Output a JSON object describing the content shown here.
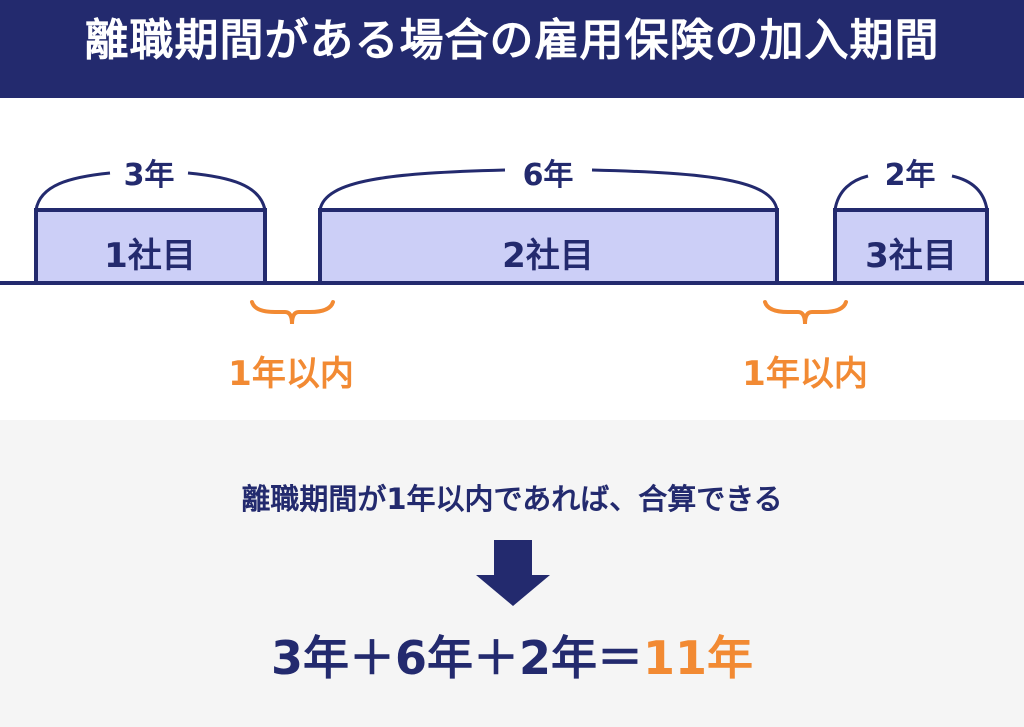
{
  "title": "離職期間がある場合の雇用保険の加入期間",
  "companies": [
    {
      "label": "1社目",
      "duration": "3年"
    },
    {
      "label": "2社目",
      "duration": "6年"
    },
    {
      "label": "3社目",
      "duration": "2年"
    }
  ],
  "gaps": [
    "1年以内",
    "1年以内"
  ],
  "note": "離職期間が1年以内であれば、合算できる",
  "equation": {
    "expr": "3年＋6年＋2年＝",
    "result": "11年"
  },
  "colors": {
    "navy": "#232a6e",
    "box": "#cccff7",
    "orange": "#f28a33",
    "bg": "#f5f5f5"
  }
}
